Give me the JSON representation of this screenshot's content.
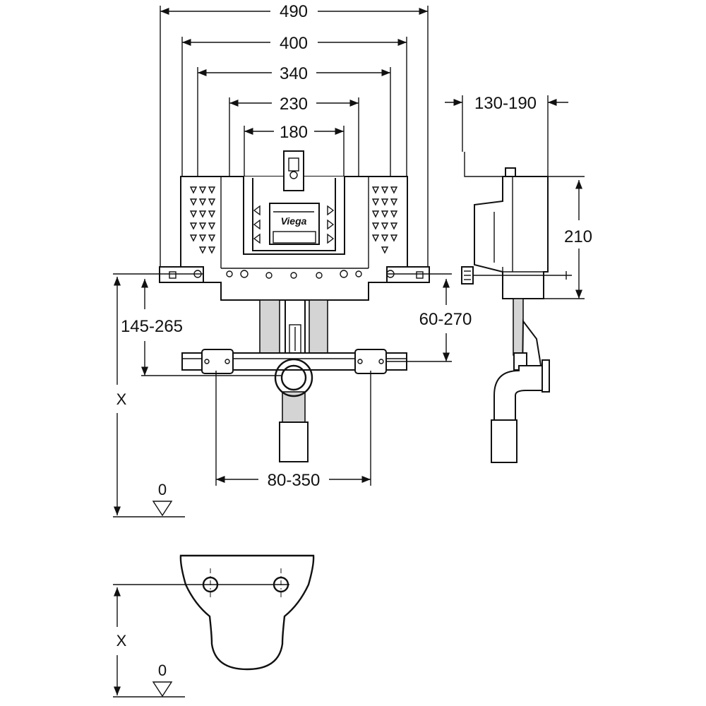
{
  "brand": "Viega",
  "dimensions": {
    "width_490": "490",
    "width_400": "400",
    "width_340": "340",
    "width_230": "230",
    "width_180": "180",
    "depth_range": "130-190",
    "height_210": "210",
    "left_range": "145-265",
    "right_range": "60-270",
    "bottom_range": "80-350",
    "x_label": "X",
    "zero_label": "0"
  }
}
